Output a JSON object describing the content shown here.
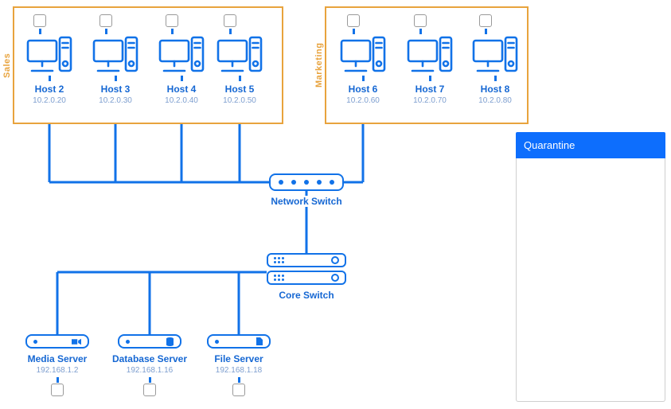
{
  "groups": {
    "sales": {
      "label": "Sales",
      "hosts": [
        {
          "name": "Host 2",
          "ip": "10.2.0.20"
        },
        {
          "name": "Host 3",
          "ip": "10.2.0.30"
        },
        {
          "name": "Host 4",
          "ip": "10.2.0.40"
        },
        {
          "name": "Host 5",
          "ip": "10.2.0.50"
        }
      ]
    },
    "marketing": {
      "label": "Marketing",
      "hosts": [
        {
          "name": "Host 6",
          "ip": "10.2.0.60"
        },
        {
          "name": "Host 7",
          "ip": "10.2.0.70"
        },
        {
          "name": "Host 8",
          "ip": "10.2.0.80"
        }
      ]
    }
  },
  "switches": {
    "network_switch": {
      "label": "Network Switch"
    },
    "core_switch": {
      "label": "Core Switch"
    }
  },
  "servers": [
    {
      "name": "Media Server",
      "ip": "192.168.1.2"
    },
    {
      "name": "Database Server",
      "ip": "192.168.1.16"
    },
    {
      "name": "File Server",
      "ip": "192.168.1.18"
    }
  ],
  "quarantine": {
    "title": "Quarantine"
  },
  "colors": {
    "line-blue": "#1172e8",
    "label-blue": "#1567d3",
    "ip-blue": "#7d9ecf",
    "group-orange": "#e8a33d",
    "panel-blue": "#0d6efd",
    "checkbox-border": "#9a9a9a",
    "panel-border": "#cfcfcf"
  }
}
